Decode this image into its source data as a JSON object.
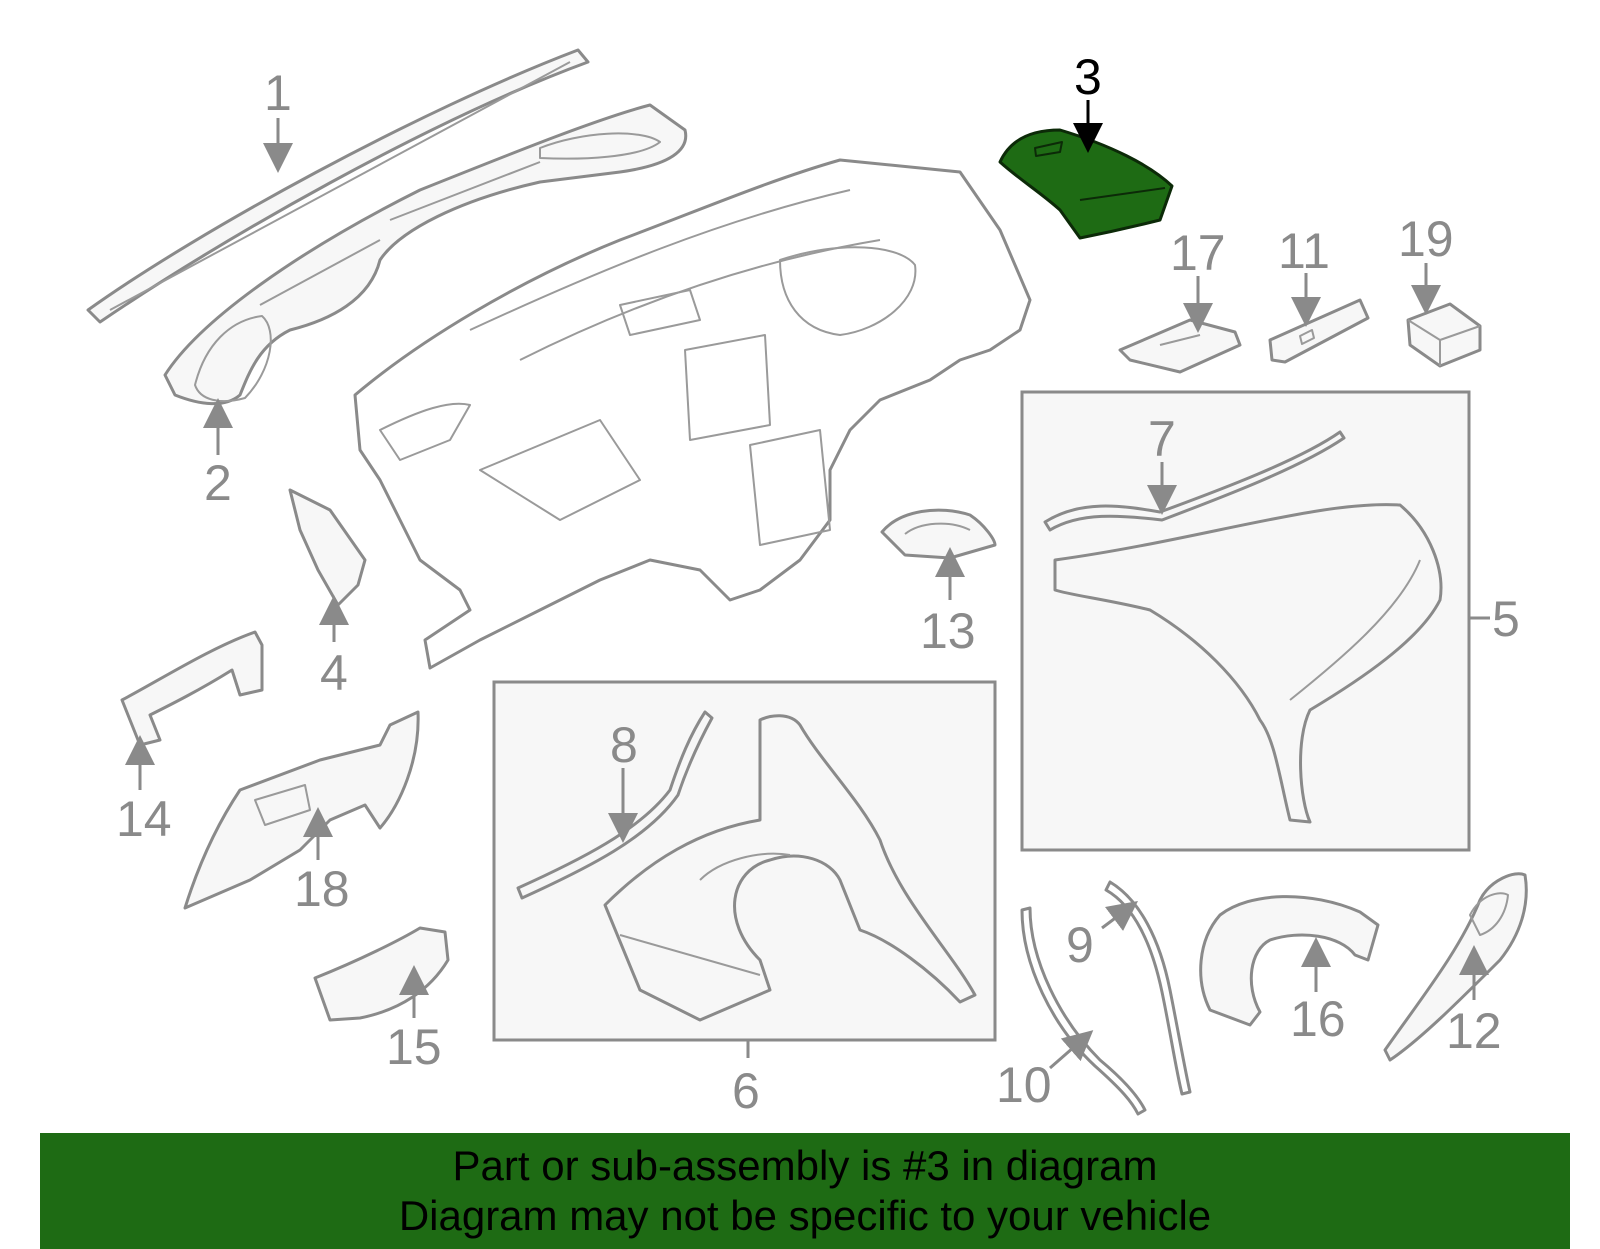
{
  "diagram": {
    "highlighted_part": "3",
    "callouts": [
      "1",
      "2",
      "3",
      "4",
      "5",
      "6",
      "7",
      "8",
      "9",
      "10",
      "11",
      "12",
      "13",
      "14",
      "15",
      "16",
      "17",
      "18",
      "19"
    ],
    "colors": {
      "highlight": "#1e6b14",
      "line": "#8a8a8a",
      "banner": "#1e6b14"
    }
  },
  "banner": {
    "line1": "Part or sub-assembly is #3 in diagram",
    "line2": "Diagram may not be specific to your vehicle"
  }
}
